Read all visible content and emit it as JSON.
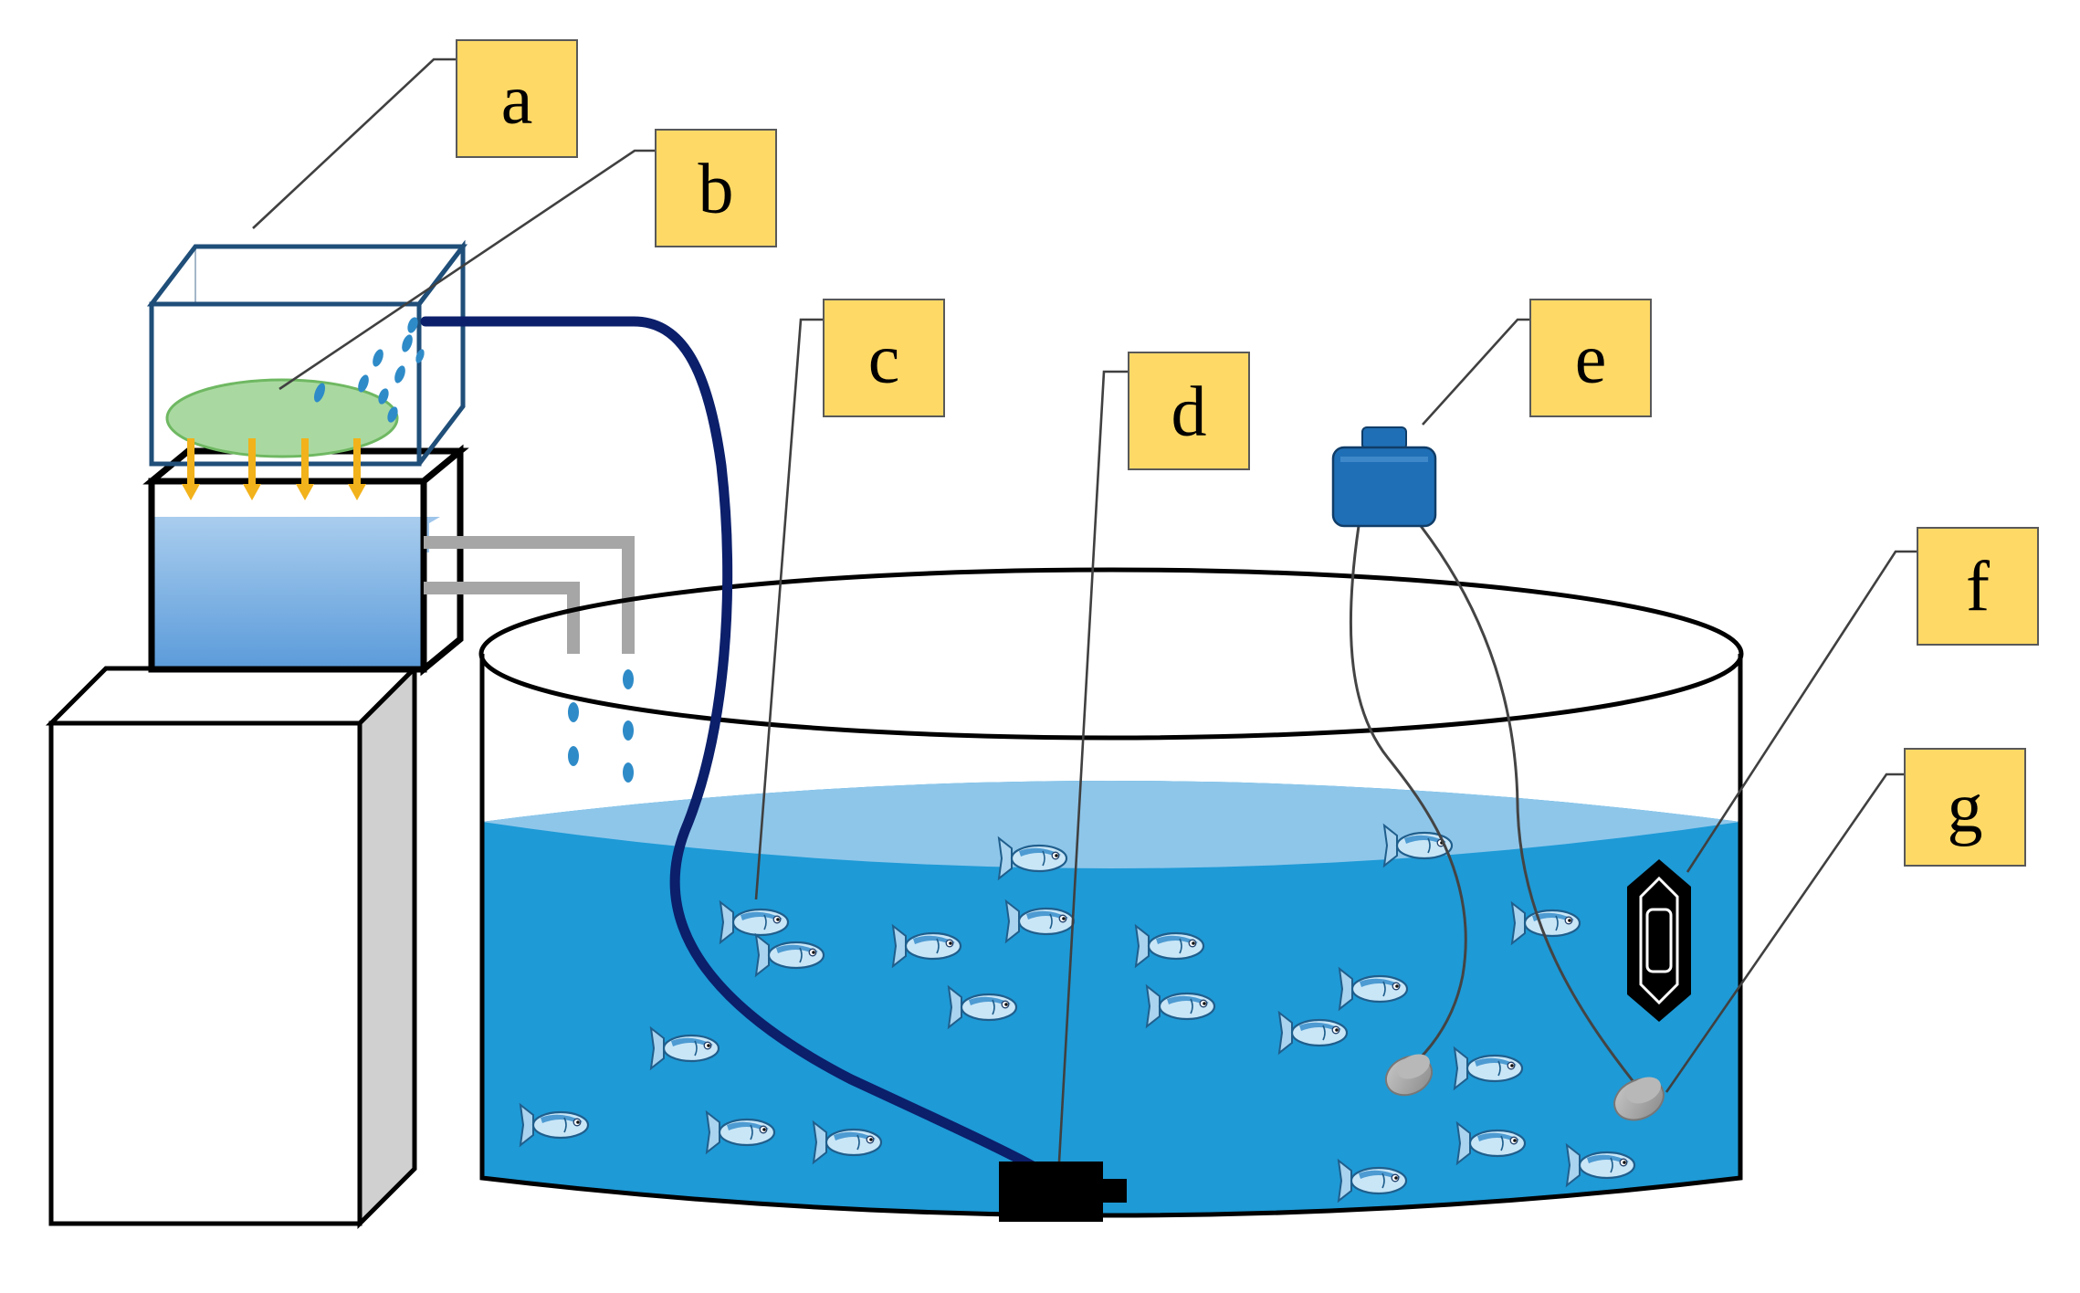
{
  "labels": {
    "a": "a",
    "b": "b",
    "c": "c",
    "d": "d",
    "e": "e",
    "f": "f",
    "g": "g"
  },
  "colors": {
    "label_fill": "#FFD966",
    "water_surface": "#8EC6EA",
    "water_body": "#1E9AD6",
    "hose": "#0B1F6B",
    "reservoir_water": "#7EB3E5",
    "pipe": "#A6A6A6",
    "droplet": "#2E8BC8",
    "algae_plate": "#A9D9A0",
    "arrow": "#F2B21B",
    "meter": "#1F6FB6",
    "probe": "#A0A0A0",
    "stand_side": "#D0D0D0"
  },
  "icons": {
    "fish": "fish-icon",
    "pump": "pump-icon",
    "meter": "meter-icon",
    "heater": "heater-icon",
    "probe": "probe-icon"
  }
}
